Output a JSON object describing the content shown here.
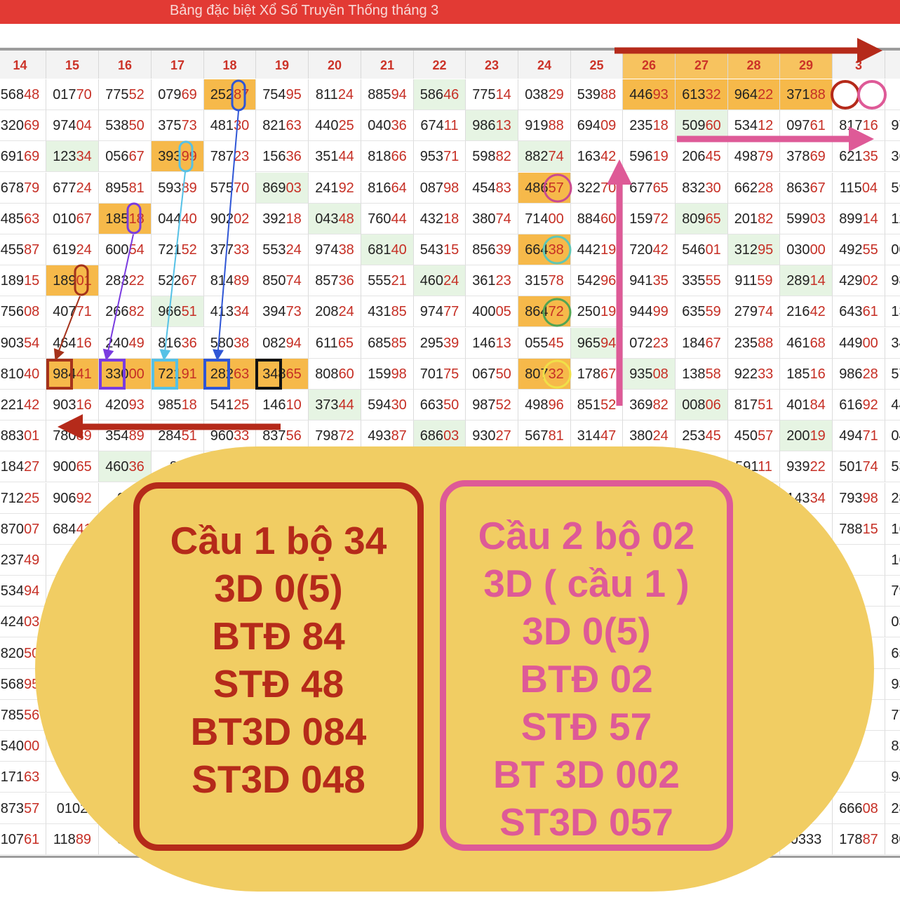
{
  "title": "Bảng đặc biệt Xổ Số Truyền Thống tháng 3",
  "columns": [
    "14",
    "15",
    "16",
    "17",
    "18",
    "19",
    "20",
    "21",
    "22",
    "23",
    "24",
    "25",
    "26",
    "27",
    "28",
    "29",
    "3"
  ],
  "rows": [
    [
      "56848",
      "01770",
      "77552",
      "07969",
      "25287",
      "75495",
      "81124",
      "88594",
      "58646",
      "77514",
      "03829",
      "53988",
      "44693",
      "61332",
      "96422",
      "37188",
      "",
      ""
    ],
    [
      "32069",
      "97404",
      "53850",
      "37573",
      "48130",
      "82163",
      "44025",
      "04036",
      "67411",
      "98613",
      "91988",
      "69409",
      "23518",
      "50960",
      "53412",
      "09761",
      "81716",
      "97"
    ],
    [
      "69169",
      "12334",
      "05667",
      "39399",
      "78723",
      "15636",
      "35144",
      "81866",
      "95371",
      "59882",
      "88274",
      "16342",
      "59619",
      "20645",
      "49879",
      "37869",
      "62135",
      "36"
    ],
    [
      "67879",
      "67724",
      "89581",
      "59389",
      "57570",
      "86903",
      "24192",
      "81664",
      "08798",
      "45483",
      "48657",
      "32270",
      "67765",
      "83230",
      "66228",
      "86367",
      "11504",
      "59"
    ],
    [
      "48563",
      "01067",
      "18518",
      "04440",
      "90202",
      "39218",
      "04348",
      "76044",
      "43218",
      "38074",
      "71400",
      "88460",
      "15972",
      "80965",
      "20182",
      "59903",
      "89914",
      "12"
    ],
    [
      "45587",
      "61924",
      "60054",
      "72152",
      "37733",
      "55324",
      "97438",
      "68140",
      "54315",
      "85639",
      "66438",
      "44219",
      "72042",
      "54601",
      "31295",
      "03000",
      "49255",
      "00"
    ],
    [
      "18915",
      "18901",
      "28322",
      "52267",
      "81489",
      "85074",
      "85736",
      "55521",
      "46024",
      "36123",
      "31578",
      "54296",
      "94135",
      "33555",
      "91159",
      "28914",
      "42902",
      "98"
    ],
    [
      "75608",
      "40771",
      "26682",
      "96651",
      "41334",
      "39473",
      "20824",
      "43185",
      "97477",
      "40005",
      "86472",
      "25019",
      "94499",
      "63559",
      "27974",
      "21642",
      "64361",
      "13"
    ],
    [
      "90354",
      "46416",
      "24049",
      "81636",
      "58038",
      "08294",
      "61165",
      "68585",
      "29539",
      "14613",
      "05545",
      "96594",
      "07223",
      "18467",
      "23588",
      "46168",
      "44900",
      "34"
    ],
    [
      "81040",
      "98441",
      "33000",
      "72191",
      "28263",
      "34865",
      "80860",
      "15998",
      "70175",
      "06750",
      "80732",
      "17867",
      "93508",
      "13858",
      "92233",
      "18516",
      "98628",
      "57"
    ],
    [
      "22142",
      "90316",
      "42093",
      "98518",
      "54125",
      "14610",
      "37344",
      "59430",
      "66350",
      "98752",
      "49896",
      "85152",
      "36982",
      "00806",
      "81751",
      "40184",
      "61692",
      "44"
    ],
    [
      "88301",
      "78089",
      "35489",
      "28451",
      "96033",
      "83756",
      "79872",
      "49387",
      "68603",
      "93027",
      "56781",
      "31447",
      "38024",
      "25345",
      "45057",
      "20019",
      "49471",
      "04"
    ],
    [
      "18427",
      "90065",
      "46036",
      "87",
      "",
      "",
      "",
      "",
      "",
      "",
      "",
      "",
      "",
      "",
      "59111",
      "93922",
      "50174",
      "53"
    ],
    [
      "71225",
      "90692",
      "06",
      "",
      "",
      "",
      "",
      "",
      "",
      "",
      "",
      "",
      "",
      "",
      "",
      "14334",
      "79398",
      "28"
    ],
    [
      "87007",
      "68441",
      "",
      "",
      "",
      "",
      "",
      "",
      "",
      "",
      "",
      "",
      "",
      "",
      "",
      "6",
      "78815",
      "16"
    ],
    [
      "23749",
      "65",
      "",
      "",
      "",
      "",
      "",
      "",
      "",
      "",
      "",
      "",
      "",
      "",
      "",
      "2073",
      "",
      "16"
    ],
    [
      "53494",
      "",
      "",
      "",
      "",
      "",
      "",
      "",
      "",
      "",
      "",
      "",
      "",
      "",
      "",
      "735",
      "",
      "79"
    ],
    [
      "42403",
      "",
      "",
      "",
      "",
      "",
      "",
      "",
      "",
      "",
      "",
      "",
      "",
      "",
      "",
      "5",
      "",
      "03"
    ],
    [
      "82050",
      "",
      "",
      "",
      "",
      "",
      "",
      "",
      "",
      "",
      "",
      "",
      "",
      "",
      "",
      "5",
      "",
      "65"
    ],
    [
      "56895",
      "",
      "",
      "",
      "",
      "",
      "",
      "",
      "",
      "",
      "",
      "",
      "",
      "",
      "",
      "2",
      "",
      "93"
    ],
    [
      "78556",
      "",
      "",
      "",
      "",
      "",
      "",
      "",
      "",
      "",
      "",
      "",
      "",
      "",
      "",
      "0",
      "",
      "77"
    ],
    [
      "54000",
      "",
      "",
      "",
      "",
      "",
      "",
      "",
      "",
      "",
      "",
      "",
      "",
      "",
      "",
      "32",
      "",
      "82"
    ],
    [
      "17163",
      "54",
      "",
      "",
      "",
      "",
      "",
      "",
      "",
      "",
      "",
      "",
      "",
      "",
      "",
      "5981",
      "",
      "94"
    ],
    [
      "87357",
      "0102",
      "",
      "",
      "",
      "",
      "",
      "",
      "",
      "",
      "",
      "",
      "",
      "",
      "",
      "",
      "66608",
      "28"
    ],
    [
      "10761",
      "11889",
      "52",
      "",
      "",
      "",
      "",
      "",
      "",
      "",
      "",
      "",
      "",
      "",
      "",
      "0333",
      "17887",
      "80"
    ]
  ],
  "box1": {
    "lines": [
      "Cầu 1 bộ 34",
      "3D 0(5)",
      "BTĐ 84",
      "STĐ 48",
      "BT3D 084",
      "ST3D 048"
    ]
  },
  "box2": {
    "lines": [
      "Cầu 2 bộ 02",
      "3D ( cầu 1 )",
      "3D 0(5)",
      "BTĐ 02",
      "STĐ 57",
      "BT 3D 002",
      "ST3D 057"
    ]
  },
  "colors": {
    "title_bar": "#e23a34",
    "highlight_yellow": "#f6b94a",
    "highlight_green": "#e6f4e3",
    "number_red": "#c62f25",
    "panel": "#f1cd63",
    "box1": "#b52a1a",
    "box2": "#de5a97"
  }
}
